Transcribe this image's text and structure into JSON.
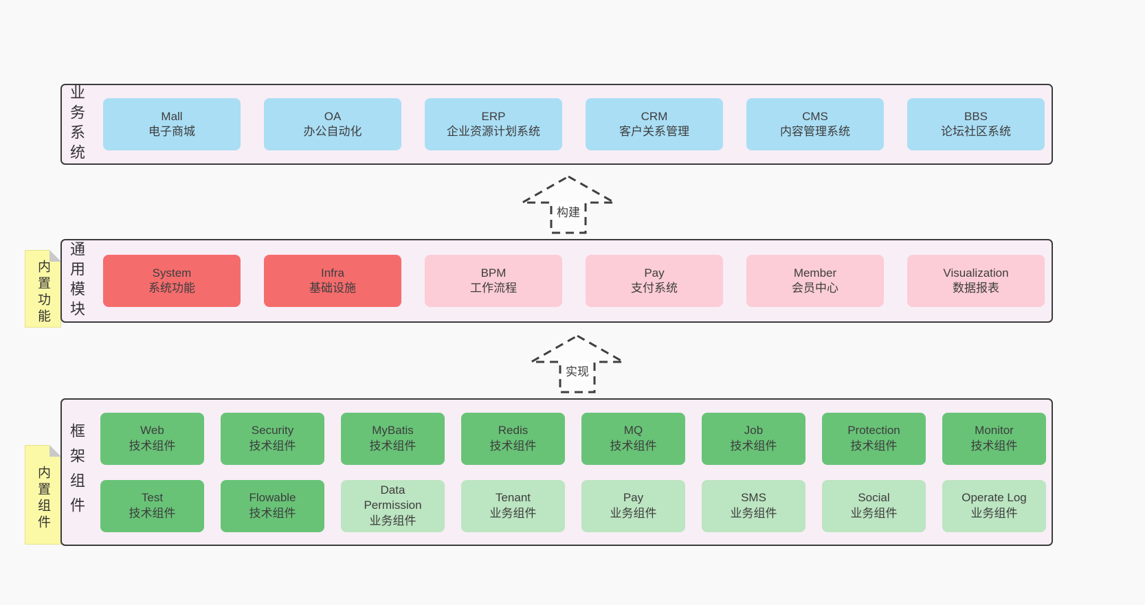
{
  "arrows": {
    "build": "构建",
    "implement": "实现"
  },
  "colors": {
    "page_bg": "#f9f9f9",
    "section_bg": "#f8eef6",
    "section_border": "#3b3b3b",
    "blue_box": "#aadef5",
    "red_box": "#f56c6d",
    "pink_box": "#fccdd6",
    "green_box": "#68c377",
    "lightgreen_box": "#bce5c1",
    "sticky_bg": "#fbf9a6",
    "text": "#3d3d3d"
  },
  "sections": {
    "business": {
      "label": "业务系统",
      "boxes": [
        {
          "title": "Mall",
          "subtitle": "电子商城"
        },
        {
          "title": "OA",
          "subtitle": "办公自动化"
        },
        {
          "title": "ERP",
          "subtitle": "企业资源计划系统"
        },
        {
          "title": "CRM",
          "subtitle": "客户关系管理"
        },
        {
          "title": "CMS",
          "subtitle": "内容管理系统"
        },
        {
          "title": "BBS",
          "subtitle": "论坛社区系统"
        }
      ]
    },
    "modules": {
      "label": "通用模块",
      "sticky": "内置功能",
      "boxes": [
        {
          "title": "System",
          "subtitle": "系统功能"
        },
        {
          "title": "Infra",
          "subtitle": "基础设施"
        },
        {
          "title": "BPM",
          "subtitle": "工作流程"
        },
        {
          "title": "Pay",
          "subtitle": "支付系统"
        },
        {
          "title": "Member",
          "subtitle": "会员中心"
        },
        {
          "title": "Visualization",
          "subtitle": "数据报表"
        }
      ]
    },
    "framework": {
      "label": "框架组件",
      "sticky": "内置组件",
      "rows": [
        [
          {
            "title": "Web",
            "subtitle": "技术组件"
          },
          {
            "title": "Security",
            "subtitle": "技术组件"
          },
          {
            "title": "MyBatis",
            "subtitle": "技术组件"
          },
          {
            "title": "Redis",
            "subtitle": "技术组件"
          },
          {
            "title": "MQ",
            "subtitle": "技术组件"
          },
          {
            "title": "Job",
            "subtitle": "技术组件"
          },
          {
            "title": "Protection",
            "subtitle": "技术组件"
          },
          {
            "title": "Monitor",
            "subtitle": "技术组件"
          }
        ],
        [
          {
            "title": "Test",
            "subtitle": "技术组件"
          },
          {
            "title": "Flowable",
            "subtitle": "技术组件"
          },
          {
            "title": "Data Permission",
            "subtitle": "业务组件"
          },
          {
            "title": "Tenant",
            "subtitle": "业务组件"
          },
          {
            "title": "Pay",
            "subtitle": "业务组件"
          },
          {
            "title": "SMS",
            "subtitle": "业务组件"
          },
          {
            "title": "Social",
            "subtitle": "业务组件"
          },
          {
            "title": "Operate Log",
            "subtitle": "业务组件"
          }
        ]
      ]
    }
  }
}
